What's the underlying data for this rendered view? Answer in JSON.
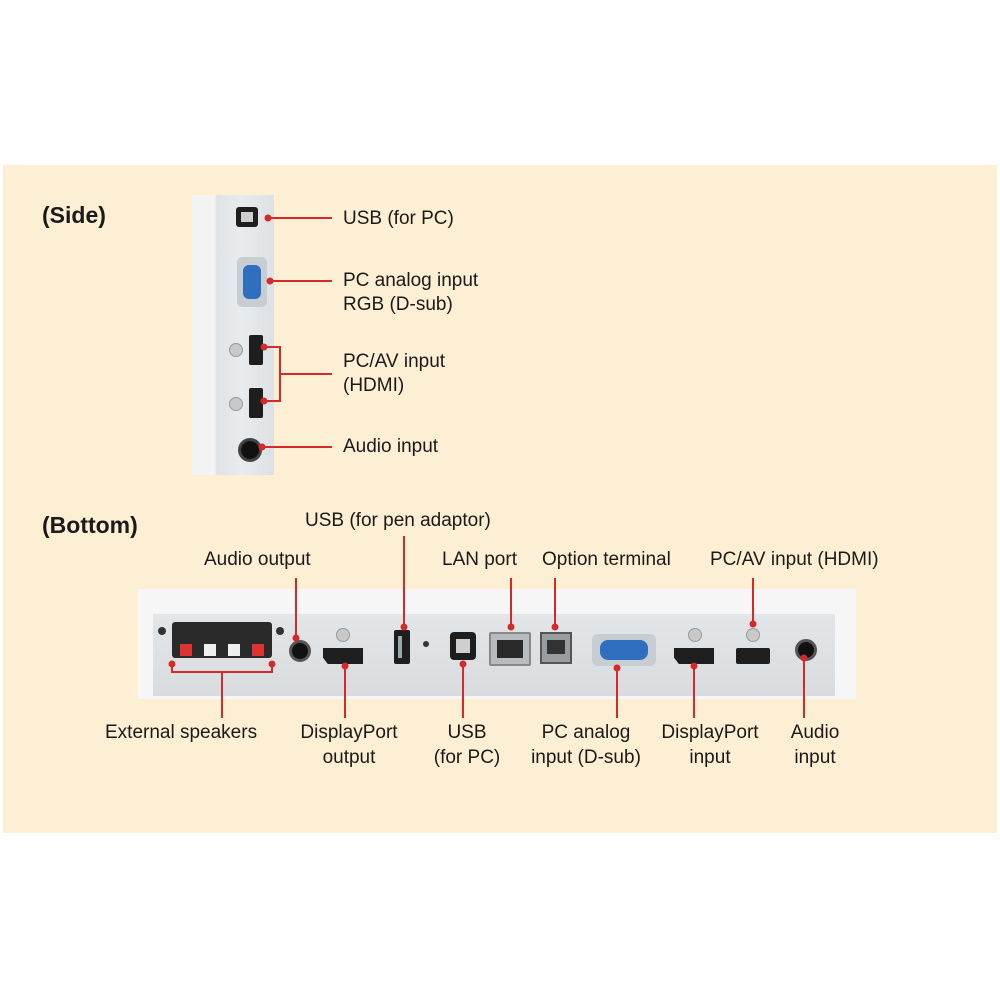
{
  "headings": {
    "side": "(Side)",
    "bottom": "(Bottom)"
  },
  "side_labels": {
    "usb_pc": "USB (for PC)",
    "pc_analog_line1": "PC analog input",
    "pc_analog_line2": "RGB (D-sub)",
    "pcav_line1": "PC/AV input",
    "pcav_line2": "(HDMI)",
    "audio_input": "Audio input"
  },
  "bottom_top_labels": {
    "usb_pen": "USB (for pen adaptor)",
    "audio_output": "Audio output",
    "lan_port": "LAN port",
    "option_terminal": "Option terminal",
    "pcav_hdmi": "PC/AV input (HDMI)"
  },
  "bottom_lower_labels": {
    "external_speakers": "External speakers",
    "dp_output_line1": "DisplayPort",
    "dp_output_line2": "output",
    "usb_pc_line1": "USB",
    "usb_pc_line2": "(for PC)",
    "pc_analog_line1": "PC analog",
    "pc_analog_line2": "input (D-sub)",
    "dp_input_line1": "DisplayPort",
    "dp_input_line2": "input",
    "audio_input_line1": "Audio",
    "audio_input_line2": "input"
  },
  "colors": {
    "background": "#fdefd3",
    "leader": "#d42a2a",
    "text": "#1a1a1a",
    "vga": "#2f6fc0"
  }
}
